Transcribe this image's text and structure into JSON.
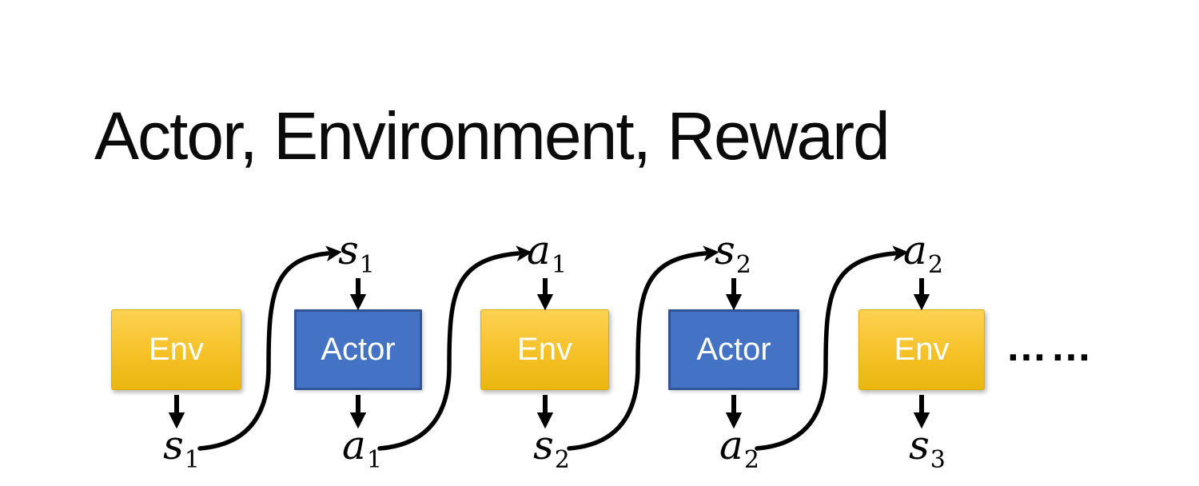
{
  "title": "Actor, Environment, Reward",
  "ellipsis": "……",
  "colors": {
    "env_gradient_top": "#FDD252",
    "env_gradient_bottom": "#EAB60E",
    "actor_fill": "#4472C4",
    "actor_border": "#2F5597",
    "box_text": "#FFFFFF",
    "arrow": "#000000",
    "title_text": "#0B0B0B",
    "background": "#FFFFFF"
  },
  "sequence": {
    "boxes": [
      {
        "type": "env",
        "label": "Env"
      },
      {
        "type": "actor",
        "label": "Actor"
      },
      {
        "type": "env",
        "label": "Env"
      },
      {
        "type": "actor",
        "label": "Actor"
      },
      {
        "type": "env",
        "label": "Env"
      }
    ],
    "top_labels": [
      {
        "base": "s",
        "sub": "1"
      },
      {
        "base": "a",
        "sub": "1"
      },
      {
        "base": "s",
        "sub": "2"
      },
      {
        "base": "a",
        "sub": "2"
      }
    ],
    "bottom_labels": [
      {
        "base": "s",
        "sub": "1"
      },
      {
        "base": "a",
        "sub": "1"
      },
      {
        "base": "s",
        "sub": "2"
      },
      {
        "base": "a",
        "sub": "2"
      },
      {
        "base": "s",
        "sub": "3"
      }
    ]
  }
}
